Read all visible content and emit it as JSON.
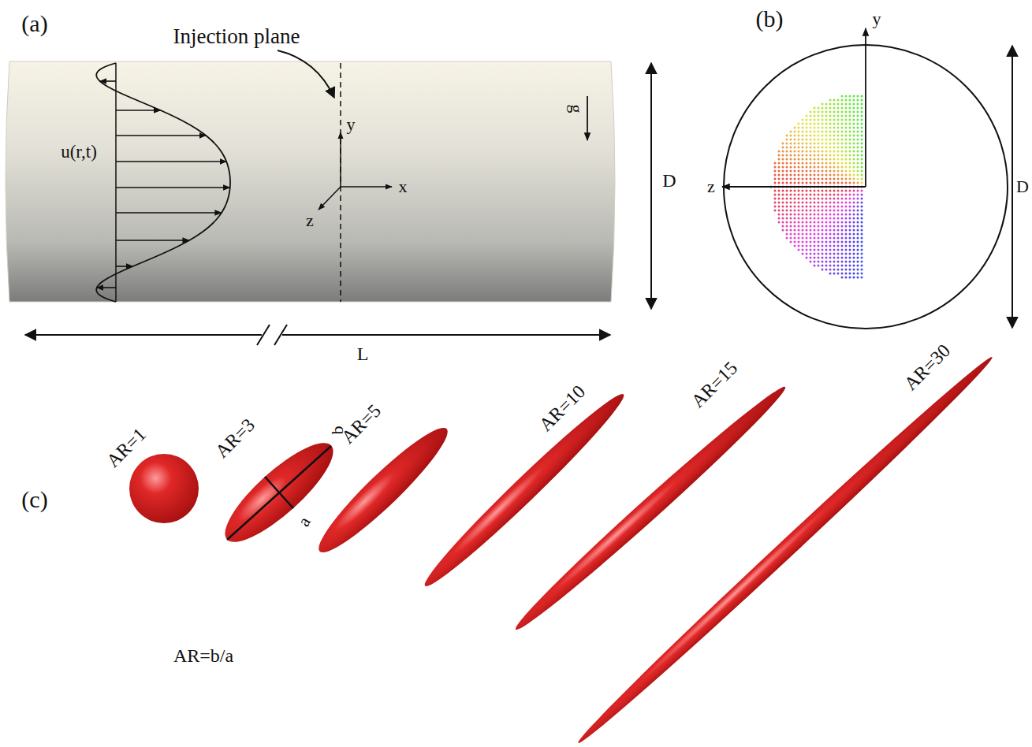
{
  "diagram": {
    "labels": [
      "(a)",
      "Injection plane",
      "u(r,t)",
      "y",
      "x",
      "z",
      "g",
      "D",
      "L",
      "(b)",
      "y",
      "z",
      "D",
      "(c)",
      "AR=1",
      "AR=3",
      "b",
      "a",
      "AR=5",
      "AR=10",
      "AR=15",
      "AR=30",
      "AR=b/a"
    ]
  }
}
